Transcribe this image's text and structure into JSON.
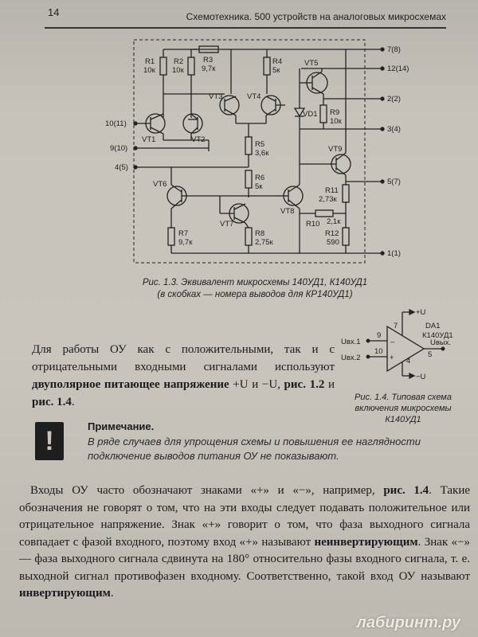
{
  "header": {
    "page_number": "14",
    "running_head": "Схемотехника. 500 устройств на аналоговых микросхемах"
  },
  "fig13": {
    "caption_line1": "Рис. 1.3. Эквивалент микросхемы 140УД1, К140УД1",
    "caption_line2": "(в скобках — номера выводов для КР140УД1)",
    "r1": "R1",
    "r1v": "10к",
    "r2": "R2",
    "r2v": "10к",
    "r3": "R3",
    "r3v": "9,7к",
    "r4": "R4",
    "r4v": "5к",
    "r5": "R5",
    "r5v": "3,6к",
    "r6": "R6",
    "r6v": "5к",
    "r7": "R7",
    "r7v": "9,7к",
    "r8": "R8",
    "r8v": "2,75к",
    "r9": "R9",
    "r9v": "10к",
    "r10": "R10",
    "r10v": "2,1к",
    "r11": "R11",
    "r11v": "2,73к",
    "r12": "R12",
    "r12v": "590",
    "vt1": "VT1",
    "vt2": "VT2",
    "vt3": "VT3",
    "vt4": "VT4",
    "vt5": "VT5",
    "vt6": "VT6",
    "vt7": "VT7",
    "vt8": "VT8",
    "vt9": "VT9",
    "vd1": "VD1",
    "p10": "10(11)",
    "p9": "9(10)",
    "p4": "4(5)",
    "p7": "7(8)",
    "p12": "12(14)",
    "p2": "2(2)",
    "p3": "3(4)",
    "p5": "5(7)",
    "p1": "1(1)"
  },
  "fig14": {
    "da": "DA1",
    "part": "К140УД1",
    "plus_u": "+U",
    "minus_u": "−U",
    "in1": "Uвх.1",
    "in2": "Uвх.2",
    "out": "Uвых.",
    "pin7": "7",
    "pin9": "9",
    "pin10": "10",
    "pin5": "5",
    "pin4": "4",
    "inv": "–",
    "noninv": "+",
    "caption_line1": "Рис. 1.4. Типовая схема",
    "caption_line2": "включения микросхемы",
    "caption_line3": "К140УД1"
  },
  "para1": {
    "t1": "Для работы ОУ как с положительными, так и с отрицательными входными сигналами используют ",
    "b1": "двуполярное питающее напряжение",
    "t2": " +U и −U, ",
    "b2": "рис. 1.2",
    "t3": " и ",
    "b3": "рис. 1.4",
    "t4": "."
  },
  "note": {
    "icon": "!",
    "title": "Примечание.",
    "text": "В ряде случаев для упрощения схемы и повышения ее наглядности подключение выводов питания ОУ не показывают."
  },
  "para2": {
    "t1": "Входы ОУ часто обозначают знаками «+» и «−», например, ",
    "b1": "рис. 1.4",
    "t2": ". Такие обозначения не говорят о том, что на эти входы следует подавать положительное или отрицательное напряжение. Знак «+» говорит о том, что фаза выходного сигнала совпадает с фазой входного, поэтому вход «+» называют ",
    "b2": "неинвертирующим",
    "t3": ". Знак «−» — фаза выходного сигнала сдвинута на 180° относительно фазы входного сигнала, т. е. выходной сигнал противофазен входному. Соответственно, такой вход ОУ называют ",
    "b3": "инвертирующим",
    "t4": "."
  },
  "watermark": "лабиринт.ру"
}
